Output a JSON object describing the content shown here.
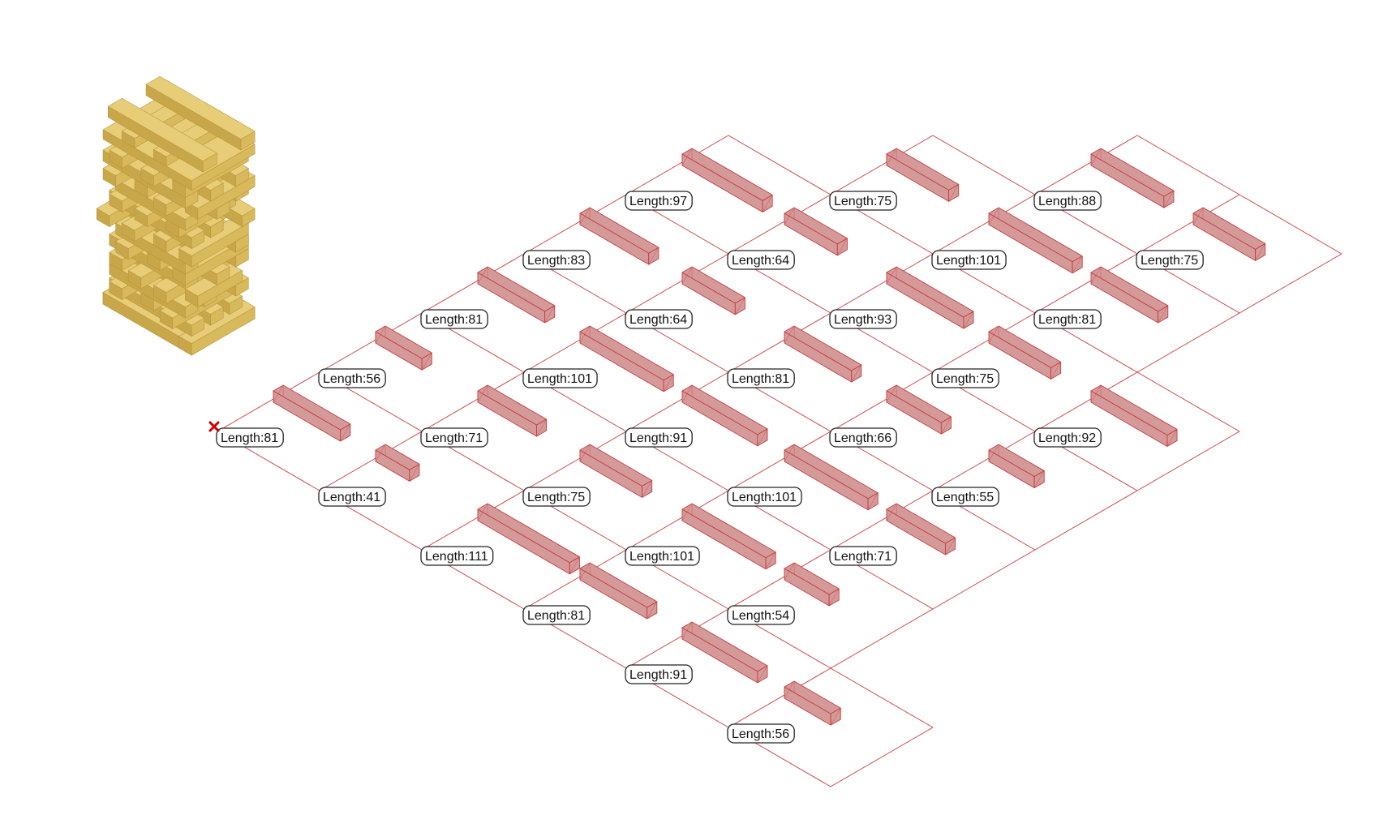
{
  "colors": {
    "grid": "#c83c3c",
    "beam_fill": "#d49a9a",
    "beam_stroke": "#c83c3c",
    "wood_top": "#e8cd78",
    "wood_left": "#c8a74a",
    "wood_right": "#d8b95c",
    "wood_edge": "#b8963a",
    "origin_marker": "#cc0000",
    "label_border": "#222222"
  },
  "grid": {
    "cols": 6,
    "rows": 5,
    "origin_marker": "origin-x-icon"
  },
  "labels": [
    [
      "Length:81",
      "Length:41",
      "Length:111",
      "Length:81",
      "Length:91",
      "Length:56"
    ],
    [
      "Length:56",
      "Length:71",
      "Length:75",
      "Length:101",
      "Length:54",
      null
    ],
    [
      "Length:81",
      "Length:101",
      "Length:91",
      "Length:101",
      "Length:71",
      null
    ],
    [
      "Length:83",
      "Length:64",
      "Length:81",
      "Length:66",
      "Length:55",
      null
    ],
    [
      "Length:97",
      "Length:64",
      "Length:93",
      "Length:75",
      "Length:92",
      null
    ],
    [
      null,
      "Length:75",
      "Length:101",
      "Length:81",
      null,
      null
    ],
    [
      null,
      null,
      "Length:88",
      "Length:75",
      null,
      null
    ]
  ],
  "beams": [
    [
      81,
      41,
      111,
      81,
      91,
      56
    ],
    [
      56,
      71,
      75,
      101,
      54,
      null
    ],
    [
      81,
      101,
      91,
      101,
      71,
      null
    ],
    [
      83,
      64,
      81,
      66,
      55,
      null
    ],
    [
      97,
      64,
      93,
      75,
      92,
      null
    ],
    [
      null,
      75,
      101,
      81,
      null,
      null
    ],
    [
      null,
      null,
      88,
      75,
      null,
      null
    ]
  ]
}
